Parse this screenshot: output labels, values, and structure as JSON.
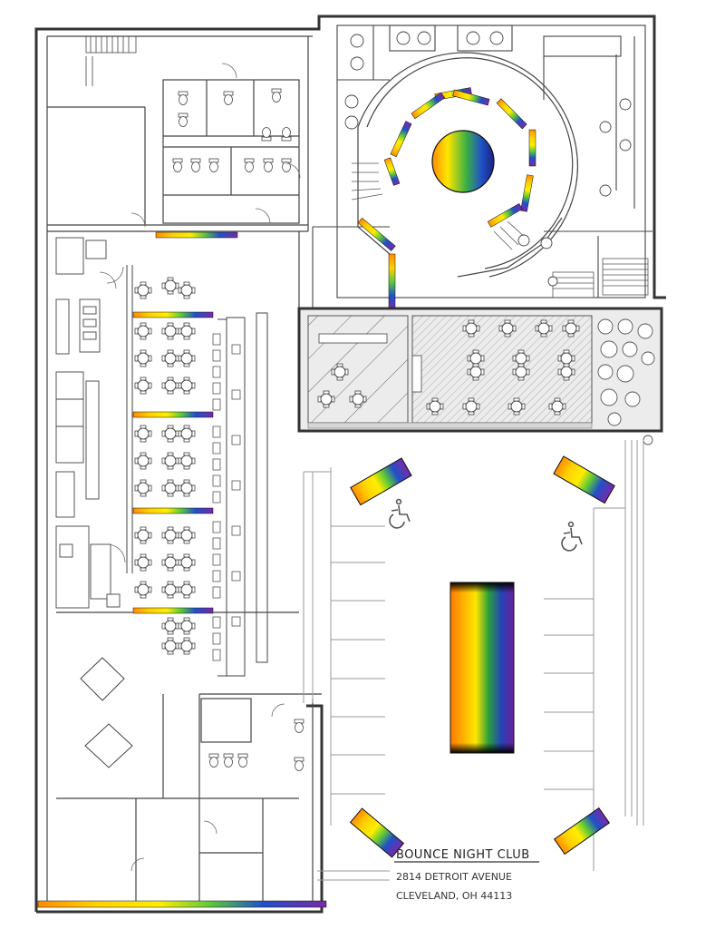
{
  "labels": {
    "club_name": "BOUNCE NIGHT CLUB",
    "address_line1": "2814 DETROIT AVENUE",
    "address_line2": "CLEVELAND, OH 44113"
  },
  "colors": {
    "line": "#333333",
    "light_line": "#9a9a9a",
    "hatch": "#8a8a8a",
    "rainbow": [
      "#ff8c00",
      "#ffd000",
      "#ffee00",
      "#6fd23c",
      "#1f9d3a",
      "#2050c8",
      "#7a2aa8"
    ]
  },
  "icons": [
    "wheelchair-icon",
    "round-table-icon",
    "stair-icon",
    "toilet-icon",
    "tree-icon"
  ]
}
